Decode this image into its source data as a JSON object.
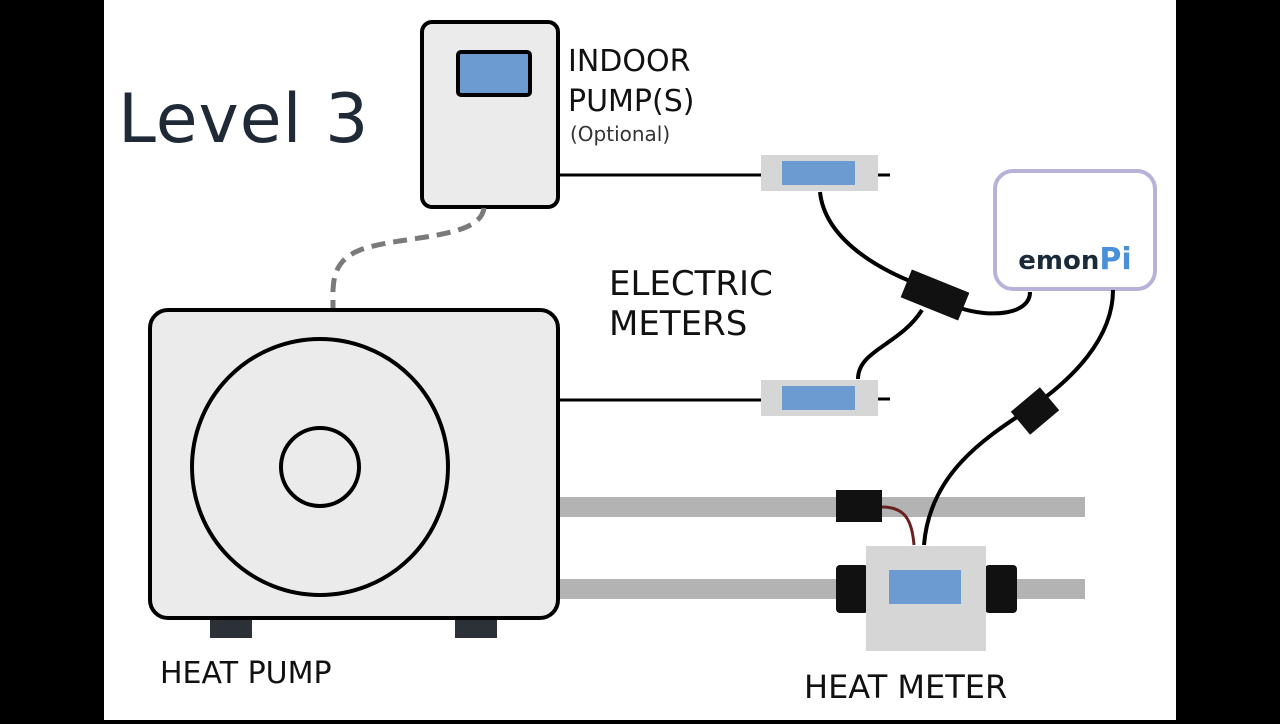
{
  "diagram": {
    "title": "Level 3",
    "indoor_pump": {
      "line1": "INDOOR",
      "line2": "PUMP(S)",
      "note": "(Optional)"
    },
    "electric_meters": {
      "line1": "ELECTRIC",
      "line2": "METERS"
    },
    "emonpi": {
      "emon": "emon",
      "pi": "Pi"
    },
    "heat_pump_label": "HEAT PUMP",
    "heat_meter_label": "HEAT METER"
  },
  "colors": {
    "background": "#ffffff",
    "border": "#000000",
    "unit_fill": "#ebebeb",
    "screen_blue": "#6b9bd1",
    "pipe_gray": "#b3b3b3",
    "meter_gray": "#d6d6d6",
    "emonpi_border": "#b8b2d8",
    "emonpi_accent": "#4a90d9",
    "dashed_link": "#7a7a7a"
  }
}
